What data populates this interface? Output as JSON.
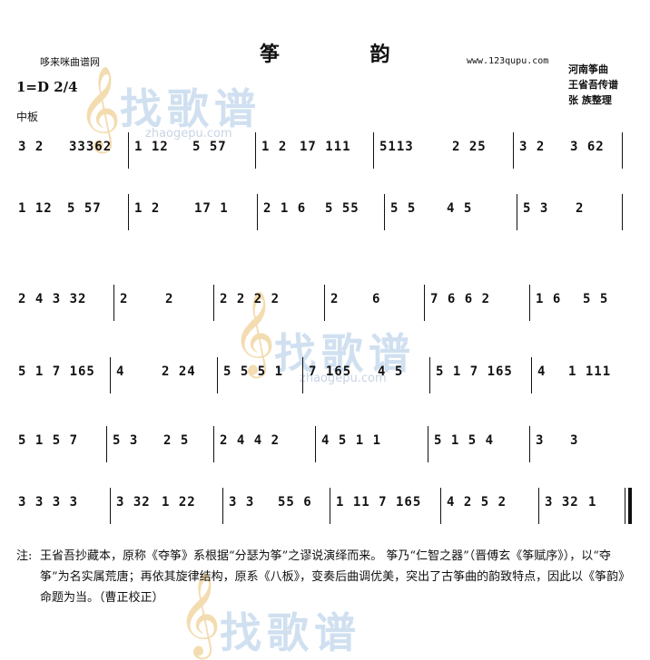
{
  "title": "筝 韵",
  "site_left": "哆来咪曲谱网",
  "site_right": "www.123qupu.com",
  "credits": [
    "河南筝曲",
    "王省吾传谱",
    "张  族整理"
  ],
  "key": "1=D 2/4",
  "tempo": "中板",
  "watermark": {
    "text": "找歌谱",
    "url": "zhaogepu.com"
  },
  "rows": [
    [
      "3 2",
      "33362",
      "1 12",
      "5 57",
      "1 2",
      "17 111",
      "5113",
      "2 25",
      "3 2",
      "3 62"
    ],
    [
      "1 12",
      "5 57",
      "1 2",
      "17 1",
      "2 1 6",
      "5 55",
      "5 5",
      "4 5",
      "5 3",
      "2"
    ],
    [
      "2 4 3 32",
      "2",
      "2",
      "2 2 2 2",
      "2",
      "6",
      "7 6 6 2",
      "1 6",
      "5 5"
    ],
    [
      "5 1 7 165",
      "4",
      "2 24",
      "5 5 5 1",
      "7 165",
      "4 5",
      "5 1 7 165",
      "4",
      "1 111"
    ],
    [
      "5 1 5 7",
      "5 3",
      "2 5",
      "2 4 4 2",
      "4 5 1 1",
      "5 1 5 4",
      "3",
      "3"
    ],
    [
      "3 3 3 3",
      "3 32",
      "1 22",
      "3 3",
      "55 6",
      "1 11 7 165",
      "4 2 5 2",
      "3 32",
      "1"
    ]
  ],
  "note": {
    "label": "注:",
    "text": "王省吾抄藏本，原称《夺筝》系根据“分瑟为筝”之谬说演绎而来。 筝乃“仁智之器”（晋傅玄《筝赋序》），以“夺筝”为名实属荒唐；再依其旋律结构，原系《八板》，变奏后曲调优美，突出了古筝曲的韵致特点，因此以《筝韵》命题为当。（曹正校正）"
  }
}
